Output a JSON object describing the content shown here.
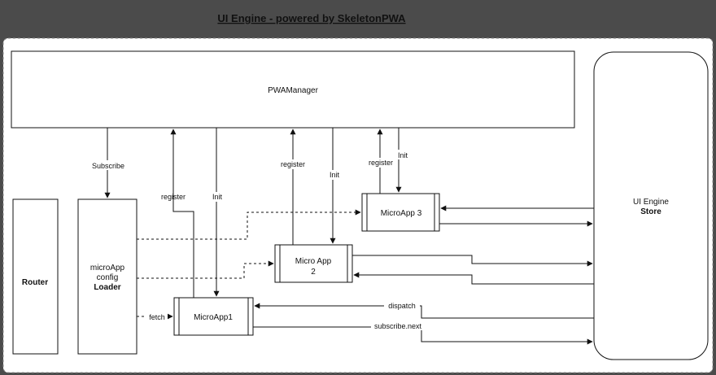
{
  "header": {
    "title": "UI Engine - powered by SkeletonPWA",
    "background": "#4b4b4b"
  },
  "nodes": {
    "pwa_manager": "PWAManager",
    "ui_engine": {
      "line1": "UI Engine",
      "line2": "Store"
    },
    "router": "Router",
    "loader": {
      "line1": "microApp",
      "line2": "config",
      "line3": "Loader"
    },
    "micro_app_1": "MicroApp1",
    "micro_app_2": {
      "line1": "Micro App",
      "line2": "2"
    },
    "micro_app_3": "MicroApp 3"
  },
  "edge_labels": {
    "subscribe": "Subscribe",
    "register_1": "register",
    "init_1": "Init",
    "register_2": "register",
    "init_2": "Init",
    "register_3": "register",
    "init_3": "Init",
    "fetch": "fetch",
    "dispatch": "dispatch",
    "subscribe_next": "subscribe.next"
  },
  "colors": {
    "line": "#111111",
    "canvas": "#ffffff",
    "frame": "#4b4b4b"
  }
}
